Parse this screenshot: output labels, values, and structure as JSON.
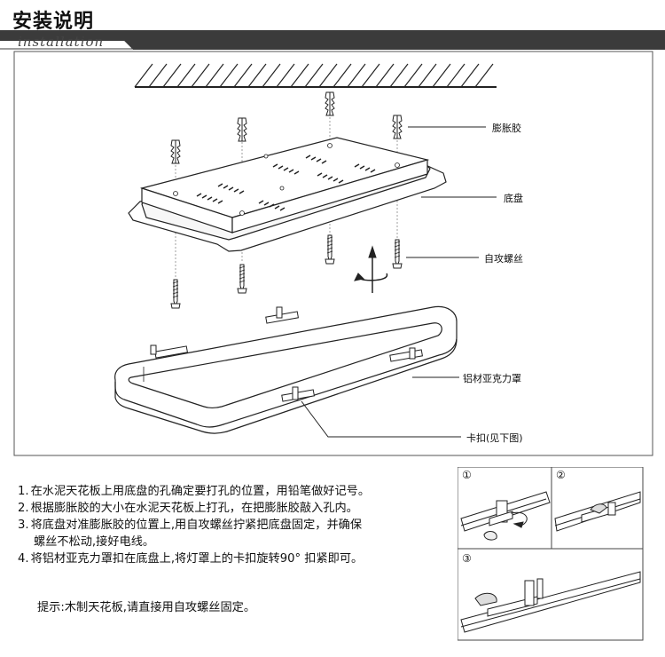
{
  "header": {
    "title": "安装说明",
    "subtitle": "installation"
  },
  "labels": {
    "expansion_anchor": "膨胀胶",
    "base_plate": "底盘",
    "tapping_screw": "自攻螺丝",
    "acrylic_cover": "铝材亚克力罩",
    "clip": "卡扣(见下图)"
  },
  "steps": [
    {
      "num": "1.",
      "text": "在水泥天花板上用底盘的孔确定要打孔的位置，用铅笔做好记号。"
    },
    {
      "num": "2.",
      "text": "根据膨胀胶的大小在水泥天花板上打孔，在把膨胀胶敲入孔内。"
    },
    {
      "num": "3.",
      "text": "将底盘对准膨胀胶的位置上,用自攻螺丝拧紧把底盘固定，并确保"
    },
    {
      "num": "",
      "text": "螺丝不松动,接好电线。"
    },
    {
      "num": "4.",
      "text": "将铝材亚克力罩扣在底盘上,将灯罩上的卡扣旋转90° 扣紧即可。"
    }
  ],
  "tip": "提示:木制天花板,请直接用自攻螺丝固定。",
  "details": [
    {
      "num": "①"
    },
    {
      "num": "②"
    },
    {
      "num": "③"
    }
  ]
}
